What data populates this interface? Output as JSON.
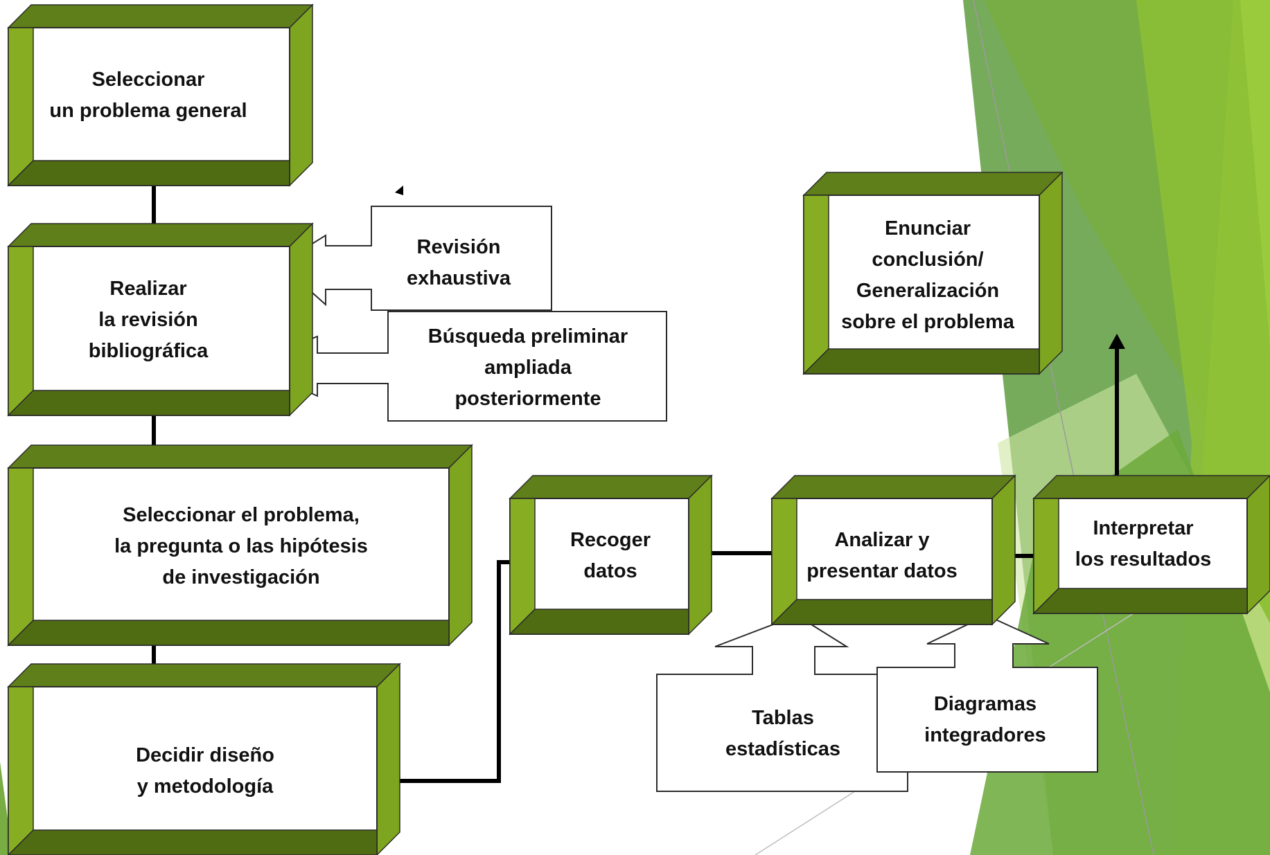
{
  "colors": {
    "bevel_top": "#5e7f19",
    "bevel_right": "#7ea51f",
    "bevel_left": "#87ae23",
    "bevel_bottom": "#4f6c13",
    "face": "#ffffff",
    "stroke": "#2b2b2b",
    "connector": "#000000",
    "decor_green_dark": "#4e8f3a",
    "decor_green_mid": "#6ba93a",
    "decor_green_light": "#9ccb3b",
    "decor_green_pale": "#d6e9b0"
  },
  "nodes": {
    "seleccionar_problema_general": "Seleccionar\nun problema general",
    "realizar_revision": "Realizar\nla revisión\nbibliográfica",
    "seleccionar_problema_pregunta": "Seleccionar el problema,\nla pregunta o las hipótesis\nde investigación",
    "decidir_diseno": "Decidir diseño\ny metodología",
    "recoger_datos": "Recoger\ndatos",
    "analizar_presentar": "Analizar y\npresentar datos",
    "interpretar_resultados": "Interpretar\nlos resultados",
    "enunciar_conclusion": "Enunciar\nconclusión/ Generalización\nsobre el problema"
  },
  "callouts": {
    "revision_exhaustiva": "Revisión\nexhaustiva",
    "busqueda_preliminar": "Búsqueda preliminar\nampliada\nposteriormente",
    "tablas_estadisticas": "Tablas\nestadísticas",
    "diagramas_integradores": "Diagramas\nintegradores"
  }
}
